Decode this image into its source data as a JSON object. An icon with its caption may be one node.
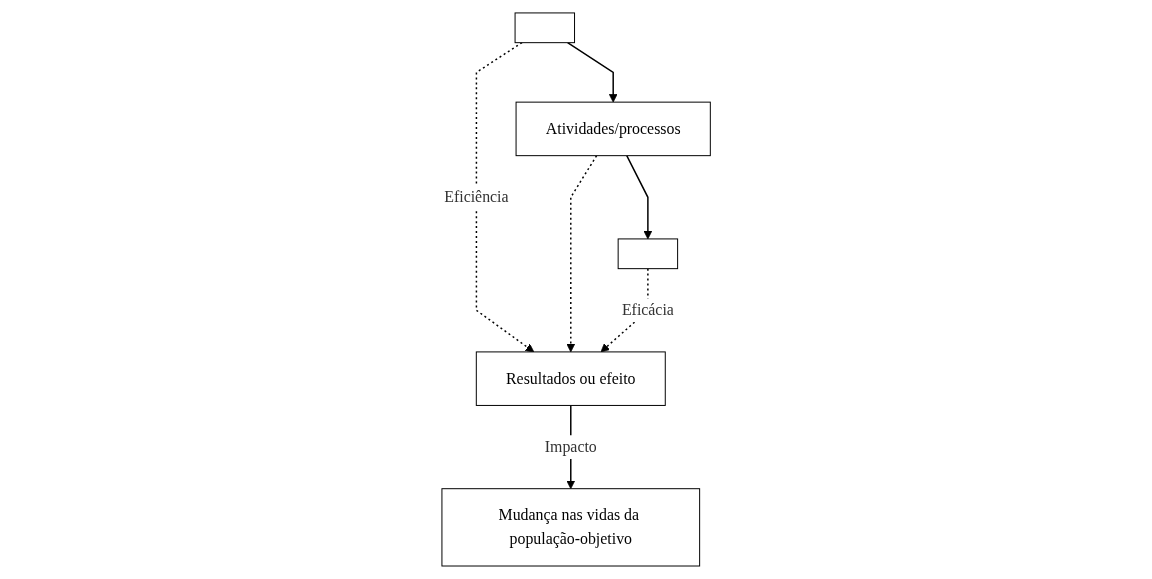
{
  "diagram": {
    "nodes": [
      {
        "text": [],
        "shape": "box"
      },
      {
        "text": [
          "Atividades/processos"
        ]
      },
      {
        "text": [],
        "shape": "box"
      },
      {
        "text": [
          "Resultados ou efeito"
        ]
      },
      {
        "text": [
          "Mudança nas vidas da população-objetivo"
        ]
      }
    ],
    "edges": [
      {
        "from": 0,
        "to": 1,
        "arrow": "to"
      },
      {
        "from": 1,
        "to": 2,
        "arrow": "to"
      },
      {
        "from": 0,
        "to": 3,
        "arrow": "to",
        "style": "dashed",
        "label": "Eficiência"
      },
      {
        "from": 1,
        "to": 3,
        "arrow": "to",
        "style": "dashed"
      },
      {
        "from": 2,
        "to": 3,
        "arrow": "to",
        "style": "dashed",
        "label": "Eficácia"
      },
      {
        "from": 3,
        "to": 4,
        "arrow": "to",
        "label": "Impacto"
      }
    ]
  }
}
